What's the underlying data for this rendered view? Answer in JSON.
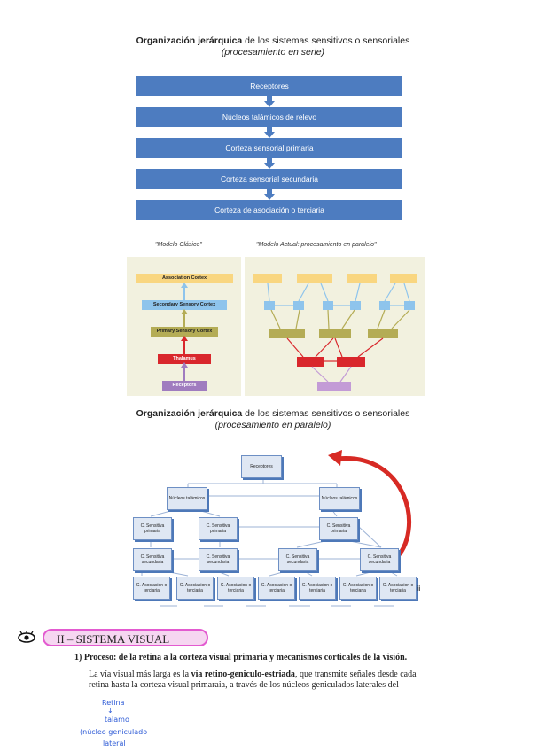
{
  "title_serie": {
    "bold": "Organización jerárquica",
    "rest": " de los sistemas sensitivos o sensoriales",
    "sub": "(procesamiento en serie)"
  },
  "serie_boxes": [
    "Receptores",
    "Núcleos talámicos de relevo",
    "Corteza sensorial primaria",
    "Corteza sensorial secundaria",
    "Corteza de asociación o terciaria"
  ],
  "model_captions": {
    "clasico": "\"Modelo Clásico\"",
    "actual": "\"Modelo Actual: procesamiento en paralelo\""
  },
  "classic_model": [
    "Association Cortex",
    "Secondary Sensory Cortex",
    "Primary Sensory Cortex",
    "Thalamus",
    "Receptors"
  ],
  "title_paralelo": {
    "bold": "Organización jerárquica",
    "rest": " de los sistemas sensitivos o sensoriales",
    "sub": "(procesamiento en paralelo)"
  },
  "tree": {
    "root": "Receptores",
    "nucleos_left": "Núcleos talámicos",
    "nucleos_right": "Núcleos talámicos",
    "primaria": "C. Sensitiva primaria",
    "secundaria": "C. Sensitiva secundaria",
    "asociacion": "C. Asociacion o terciaria",
    "trailing": "ii"
  },
  "section": {
    "icon": "eye-icon",
    "heading": "II – SISTEMA VISUAL",
    "item_number": "1)",
    "item_title": "Proceso: de la retina a la corteza visual primaria y mecanismos corticales de la visión.",
    "para_line1_a": "La vía visual más larga es la ",
    "para_line1_b": "vía retino-geniculo-estriada",
    "para_line1_c": ", que transmite señales desde cada",
    "para_line2": "retina hasta la corteza visual primaraia, a través de los núcleos geniculados laterales del"
  },
  "handwritten": [
    "Retina",
    "↓",
    "talamo",
    "(núcleo geniculado",
    "lateral"
  ],
  "colors": {
    "blue": "#4d7cc0",
    "association": "#f9d680",
    "secondary": "#8ec4ec",
    "primary": "#b4ac55",
    "thalamus": "#d9272c",
    "receptors": "#a07cbf",
    "red_arrow": "#d72a24",
    "highlight_pink": "#e35ad0"
  }
}
